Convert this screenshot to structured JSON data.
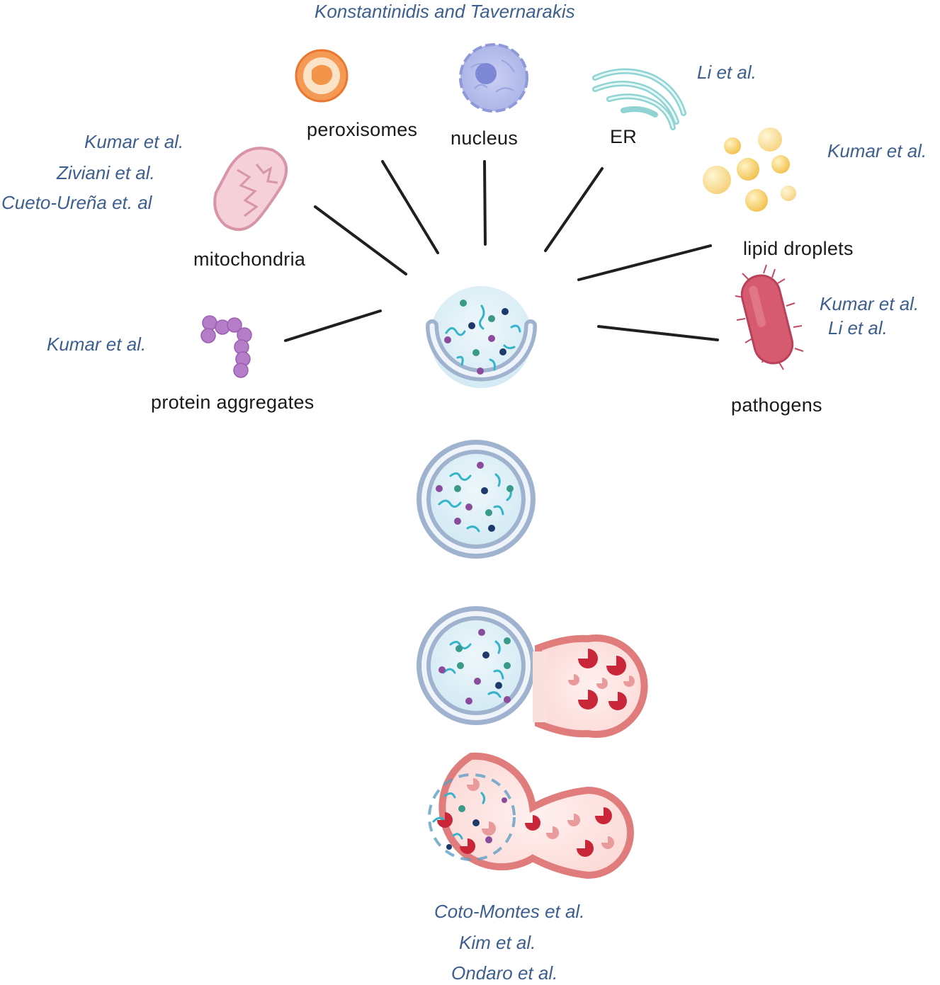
{
  "labels": {
    "peroxisomes": "peroxisomes",
    "nucleus": "nucleus",
    "er": "ER",
    "mitochondria": "mitochondria",
    "lipid_droplets": "lipid droplets",
    "pathogens": "pathogens",
    "protein_aggregates": "protein aggregates"
  },
  "references": {
    "top": "Konstantinidis and Tavernarakis",
    "er": "Li et al.",
    "lipid_droplets": "Kumar et al.",
    "mitochondria": [
      "Kumar et al.",
      "Ziviani et al.",
      "Cueto-Ureña et. al"
    ],
    "pathogens": [
      "Kumar et al.",
      "Li et al."
    ],
    "protein_aggregates": "Kumar et al.",
    "bottom": [
      "Coto-Montes et al.",
      "Kim et al.",
      "Ondaro et al."
    ]
  },
  "colors": {
    "reference_text": "#3d5f8f",
    "label_text": "#1a1a1a",
    "membrane_blue": "#9fb3cf",
    "lysosome_red": "#e07c7c",
    "peroxisome_orange": "#f0924a",
    "nucleus_purple": "#a9b2e6",
    "er_teal": "#8fd3d3",
    "mitochondria_pink": "#e9b2c0",
    "lipid_yellow": "#f2c94c",
    "pathogen_red": "#d1566b",
    "aggregate_purple": "#b57cc8"
  }
}
